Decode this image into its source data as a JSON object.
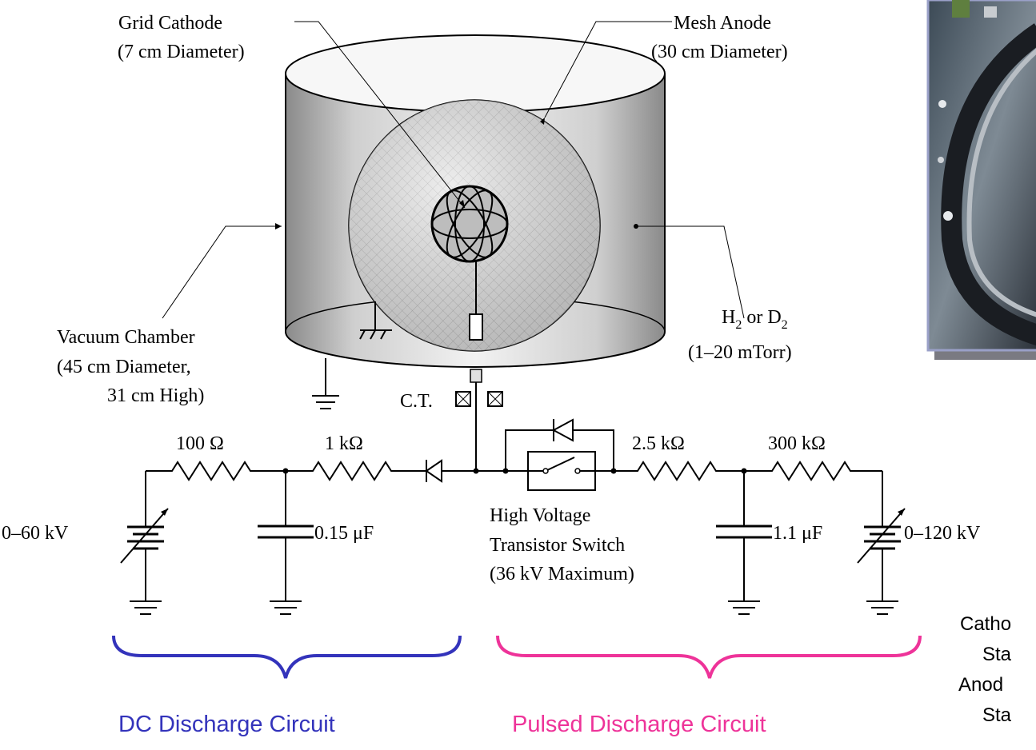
{
  "chamber_labels": {
    "grid_cathode": "Grid Cathode",
    "grid_cathode_dim": "(7 cm Diameter)",
    "mesh_anode": "Mesh Anode",
    "mesh_anode_dim": "(30 cm Diameter)",
    "vacuum_chamber": "Vacuum Chamber",
    "vacuum_chamber_dim1": "(45 cm Diameter,",
    "vacuum_chamber_dim2": "31 cm High)",
    "gas_h": "H",
    "gas_sub1": "2",
    "gas_or": " or D",
    "gas_sub2": "2",
    "gas_pressure": "(1–20 mTorr)",
    "current_transformer": "C.T."
  },
  "components": {
    "r1": "100 Ω",
    "r2": "1 kΩ",
    "r3": "2.5 kΩ",
    "r4": "300 kΩ",
    "c1": "0.15 μF",
    "c2": "1.1 μF",
    "v1": "0–60 kV",
    "v2": "0–120 kV",
    "switch_line1": "High Voltage",
    "switch_line2": "Transistor Switch",
    "switch_line3": "(36 kV Maximum)"
  },
  "circuits": {
    "dc": "DC Discharge Circuit",
    "pulsed": "Pulsed Discharge Circuit",
    "dc_color": "#3333bb",
    "pulsed_color": "#ee3399"
  },
  "side_text": {
    "line1": "Catho",
    "line2": "Sta",
    "line3": "Anod",
    "line4": "Sta"
  }
}
